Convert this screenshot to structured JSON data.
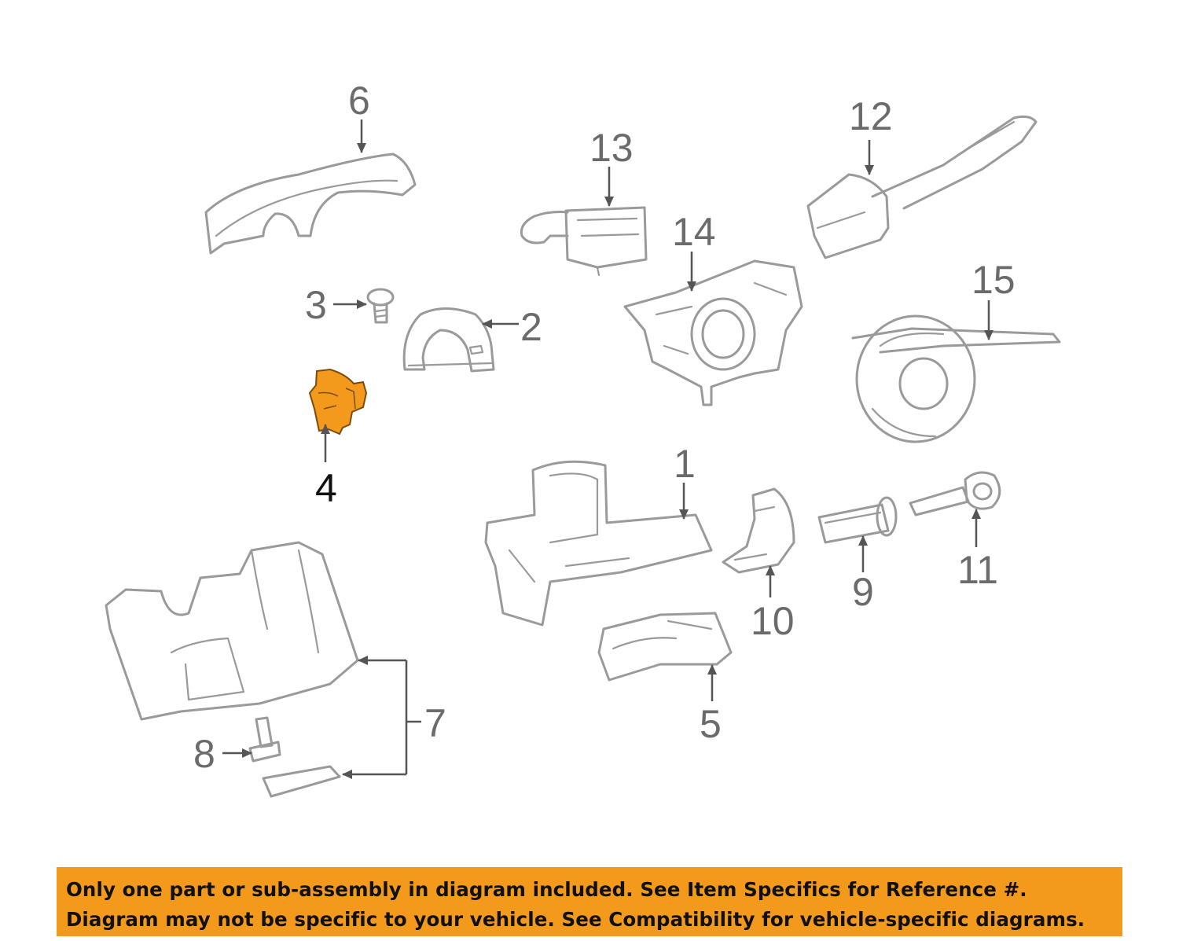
{
  "diagram": {
    "callouts": [
      "1",
      "2",
      "3",
      "4",
      "5",
      "6",
      "7",
      "8",
      "9",
      "10",
      "11",
      "12",
      "13",
      "14",
      "15"
    ],
    "highlighted_part": "4",
    "colors": {
      "part_outline": "#9a9a9a",
      "highlight_fill": "#f39a1c",
      "callout_text": "#6b6b6b",
      "banner_background": "#f39a1c"
    }
  },
  "notice": {
    "line1": "Only one part or sub-assembly in diagram included. See Item Specifics for Reference #.",
    "line2": "Diagram may not be specific to your vehicle. See Compatibility for vehicle-specific diagrams."
  }
}
